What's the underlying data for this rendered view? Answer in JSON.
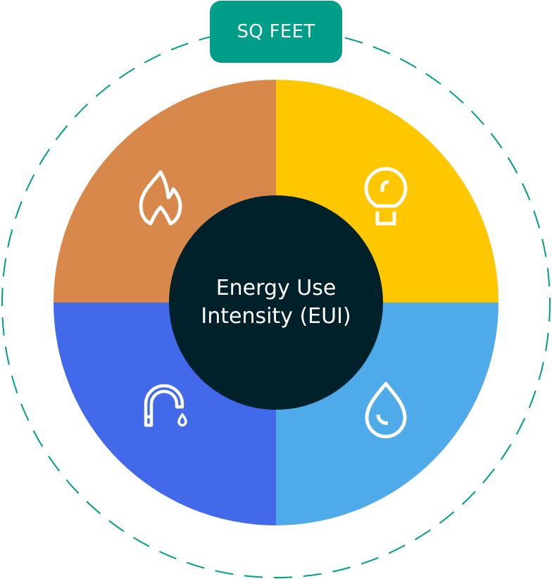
{
  "badge": {
    "label": "SQ FEET"
  },
  "center": {
    "line1": "Energy Use",
    "line2": "Intensity (EUI)"
  },
  "colors": {
    "accent_teal": "#009d89",
    "center_dark": "#01212a",
    "quadrant_gas": "#d9884b",
    "quadrant_electricity": "#fec700",
    "quadrant_water_use": "#4169e9",
    "quadrant_water": "#4eaae9"
  },
  "quadrants": [
    {
      "position": "top-left",
      "icon": "flame-icon",
      "meaning": "gas",
      "color": "#d9884b"
    },
    {
      "position": "top-right",
      "icon": "lightbulb-icon",
      "meaning": "electricity",
      "color": "#fec700"
    },
    {
      "position": "bottom-left",
      "icon": "faucet-icon",
      "meaning": "water use",
      "color": "#4169e9"
    },
    {
      "position": "bottom-right",
      "icon": "water-drop-icon",
      "meaning": "water",
      "color": "#4eaae9"
    }
  ]
}
